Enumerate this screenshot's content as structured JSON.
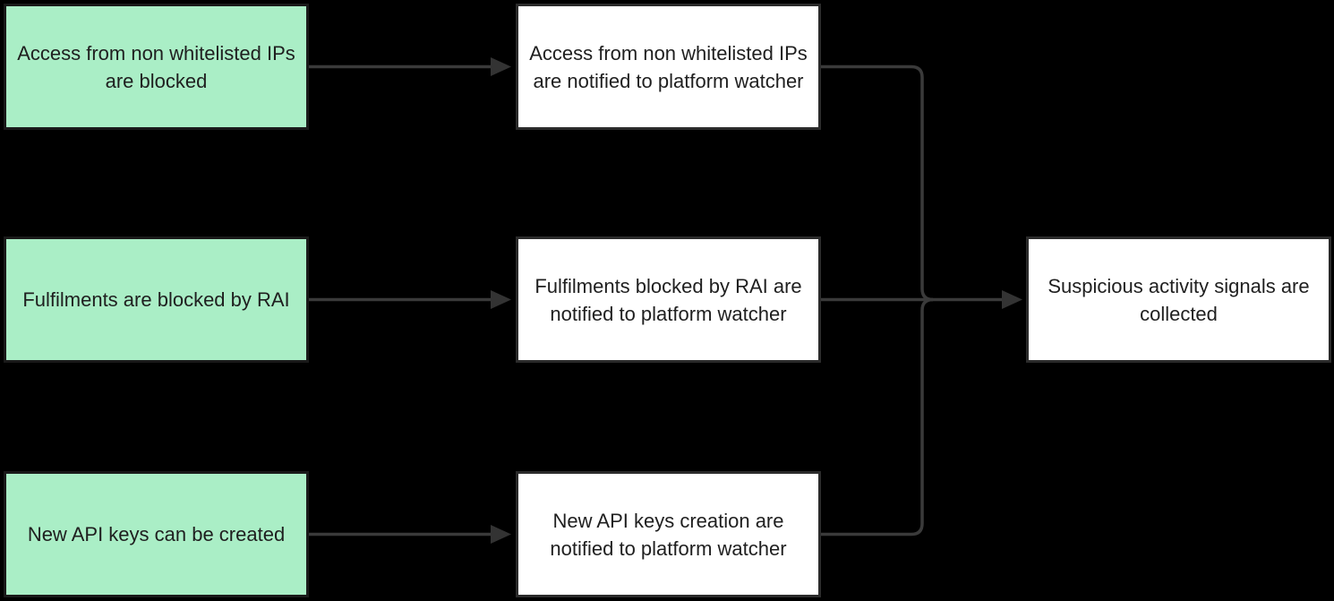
{
  "diagram": {
    "type": "flowchart",
    "direction": "left-to-right",
    "background_color": "#000000",
    "colors": {
      "source_node_fill": "#aaeec6",
      "source_node_border": "#1a1a1a",
      "event_node_fill": "#ffffff",
      "event_node_border": "#2b2b2b",
      "connector": "#3a3a3a",
      "text": "#1f1f1f"
    },
    "nodes": [
      {
        "id": "non-whitelisted-ips-blocked",
        "kind": "source",
        "label": "Access from non whitelisted IPs are blocked"
      },
      {
        "id": "non-whitelisted-ips-notified",
        "kind": "event",
        "label": "Access from non whitelisted IPs are notified to platform watcher"
      },
      {
        "id": "fulfilments-blocked",
        "kind": "source",
        "label": "Fulfilments are blocked by RAI"
      },
      {
        "id": "fulfilments-notified",
        "kind": "event",
        "label": "Fulfilments blocked by RAI are notified to platform watcher"
      },
      {
        "id": "new-api-keys-created",
        "kind": "source",
        "label": "New API keys can be created"
      },
      {
        "id": "new-api-keys-notified",
        "kind": "event",
        "label": "New API keys creation are notified to platform watcher"
      },
      {
        "id": "suspicious-signals-collected",
        "kind": "sink",
        "label": "Suspicious activity signals are collected"
      }
    ],
    "edges": [
      {
        "from": "non-whitelisted-ips-blocked",
        "to": "non-whitelisted-ips-notified",
        "arrow": true
      },
      {
        "from": "fulfilments-blocked",
        "to": "fulfilments-notified",
        "arrow": true
      },
      {
        "from": "new-api-keys-created",
        "to": "new-api-keys-notified",
        "arrow": true
      },
      {
        "from": "non-whitelisted-ips-notified",
        "to": "suspicious-signals-collected",
        "arrow": false
      },
      {
        "from": "fulfilments-notified",
        "to": "suspicious-signals-collected",
        "arrow": true
      },
      {
        "from": "new-api-keys-notified",
        "to": "suspicious-signals-collected",
        "arrow": false
      }
    ]
  }
}
